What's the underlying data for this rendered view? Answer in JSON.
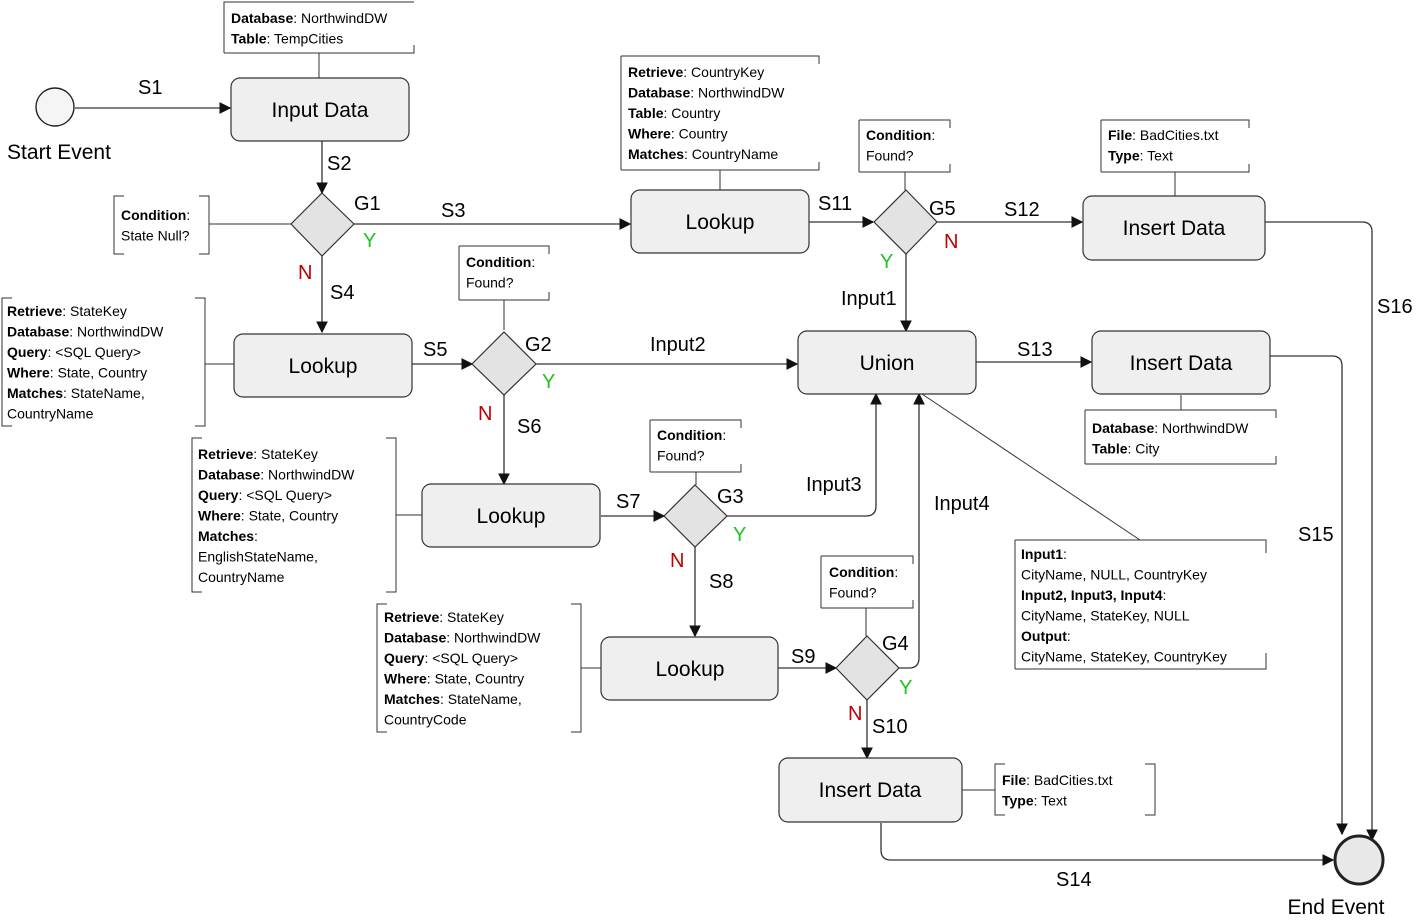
{
  "events": {
    "start": "Start Event",
    "end": "End Event"
  },
  "tasks": {
    "input_data": "Input Data",
    "lookup_country": "Lookup",
    "insert_bad_cities_top": "Insert Data",
    "lookup_state_1": "Lookup",
    "union": "Union",
    "insert_city": "Insert Data",
    "lookup_state_2": "Lookup",
    "lookup_state_3": "Lookup",
    "insert_bad_cities_bottom": "Insert Data"
  },
  "gateways": {
    "g1": "G1",
    "g2": "G2",
    "g3": "G3",
    "g4": "G4",
    "g5": "G5"
  },
  "decisions": {
    "yes": "Y",
    "no": "N"
  },
  "flows": {
    "s1": "S1",
    "s2": "S2",
    "s3": "S3",
    "s4": "S4",
    "s5": "S5",
    "s6": "S6",
    "s7": "S7",
    "s8": "S8",
    "s9": "S9",
    "s10": "S10",
    "s11": "S11",
    "s12": "S12",
    "s13": "S13",
    "s14": "S14",
    "s15": "S15",
    "s16": "S16",
    "input1": "Input1",
    "input2": "Input2",
    "input3": "Input3",
    "input4": "Input4"
  },
  "annotations": {
    "input_data": [
      {
        "key": "Database",
        "value": ": NorthwindDW"
      },
      {
        "key": "Table",
        "value": ": TempCities"
      }
    ],
    "lookup_country": [
      {
        "key": "Retrieve",
        "value": ": CountryKey"
      },
      {
        "key": "Database",
        "value": ": NorthwindDW"
      },
      {
        "key": "Table",
        "value": ": Country"
      },
      {
        "key": "Where",
        "value": ": Country"
      },
      {
        "key": "Matches",
        "value": ": CountryName"
      }
    ],
    "g5_condition": [
      {
        "key": "Condition",
        "value": ":"
      },
      {
        "key": "",
        "value": "Found?"
      }
    ],
    "insert_bad_cities_top": [
      {
        "key": "File",
        "value": ": BadCities.txt"
      },
      {
        "key": "Type",
        "value": ": Text"
      }
    ],
    "g1_condition": [
      {
        "key": "Condition",
        "value": ":"
      },
      {
        "key": "",
        "value": "State Null?"
      }
    ],
    "g2_condition": [
      {
        "key": "Condition",
        "value": ":"
      },
      {
        "key": "",
        "value": "Found?"
      }
    ],
    "lookup_state_1": [
      {
        "key": "Retrieve",
        "value": ": StateKey"
      },
      {
        "key": "Database",
        "value": ": NorthwindDW"
      },
      {
        "key": "Query",
        "value": ": <SQL Query>"
      },
      {
        "key": "Where",
        "value": ": State, Country"
      },
      {
        "key": "Matches",
        "value": ": StateName,"
      },
      {
        "key": "",
        "value": "CountryName"
      }
    ],
    "insert_city": [
      {
        "key": "Database",
        "value": ": NorthwindDW"
      },
      {
        "key": "Table",
        "value": ": City"
      }
    ],
    "g3_condition": [
      {
        "key": "Condition",
        "value": ":"
      },
      {
        "key": "",
        "value": "Found?"
      }
    ],
    "lookup_state_2": [
      {
        "key": "Retrieve",
        "value": ": StateKey"
      },
      {
        "key": "Database",
        "value": ": NorthwindDW"
      },
      {
        "key": "Query",
        "value": ": <SQL Query>"
      },
      {
        "key": "Where",
        "value": ": State, Country"
      },
      {
        "key": "Matches",
        "value": ":"
      },
      {
        "key": "",
        "value": "EnglishStateName,"
      },
      {
        "key": "",
        "value": "CountryName"
      }
    ],
    "union_mapping": [
      {
        "key": "Input1",
        "value": ":"
      },
      {
        "key": "",
        "value": "CityName, NULL, CountryKey"
      },
      {
        "key": "Input2, Input3, Input4",
        "value": ":"
      },
      {
        "key": "",
        "value": "CityName, StateKey, NULL"
      },
      {
        "key": "Output",
        "value": ":"
      },
      {
        "key": "",
        "value": "CityName, StateKey, CountryKey"
      }
    ],
    "g4_condition": [
      {
        "key": "Condition",
        "value": ":"
      },
      {
        "key": "",
        "value": "Found?"
      }
    ],
    "lookup_state_3": [
      {
        "key": "Retrieve",
        "value": ": StateKey"
      },
      {
        "key": "Database",
        "value": ": NorthwindDW"
      },
      {
        "key": "Query",
        "value": ": <SQL Query>"
      },
      {
        "key": "Where",
        "value": ": State, Country"
      },
      {
        "key": "Matches",
        "value": ": StateName,"
      },
      {
        "key": "",
        "value": "CountryCode"
      }
    ],
    "insert_bad_cities_bottom": [
      {
        "key": "File",
        "value": ": BadCities.txt"
      },
      {
        "key": "Type",
        "value": ": Text"
      }
    ]
  }
}
